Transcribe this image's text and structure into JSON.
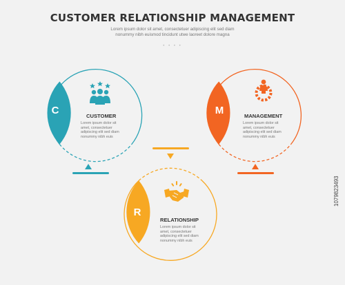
{
  "header": {
    "title": "CUSTOMER RELATIONSHIP MANAGEMENT",
    "subtitle": "Lorem ipsum dolor sit amet, consectetuer adipiscing elit sed diam nonummy nibh euismod tincidunt utwe laoreet dolore magna",
    "dots": "• • • •"
  },
  "colors": {
    "customer": "#2aa3b5",
    "management": "#f26522",
    "relationship": "#f7a823"
  },
  "nodes": [
    {
      "letter": "C",
      "heading": "CUSTOMER",
      "body": "Lorem ipsum dolor sit amet, consectetuer adipiscing elit sed diam nonummy nibh euis",
      "icon": "customer-group-icon"
    },
    {
      "letter": "M",
      "heading": "MANAGEMENT",
      "body": "Lorem ipsum dolor sit amet, consectetuer adipiscing elit sed diam nonummy nibh euis",
      "icon": "person-gear-icon"
    },
    {
      "letter": "R",
      "heading": "RELATIONSHIP",
      "body": "Lorem ipsum dolor sit amet, consectetuer adipiscing elit sed diam nonummy nibh euis",
      "icon": "handshake-icon"
    }
  ],
  "stock_id": "1079823493"
}
